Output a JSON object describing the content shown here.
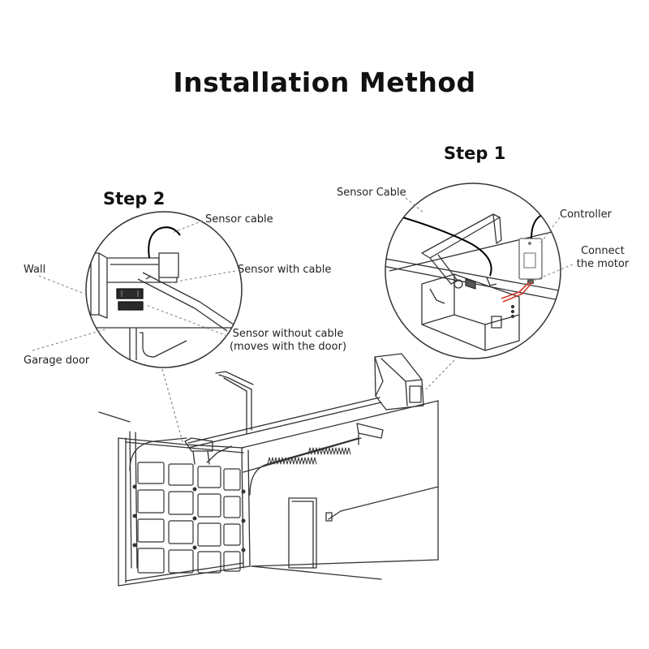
{
  "title": "Installation Method",
  "step1": {
    "heading": "Step 1",
    "labels": {
      "sensor_cable": "Sensor Cable",
      "controller": "Controller",
      "connect_motor_line1": "Connect",
      "connect_motor_line2": "the motor"
    }
  },
  "step2": {
    "heading": "Step 2",
    "labels": {
      "sensor_cable": "Sensor cable",
      "wall": "Wall",
      "sensor_with_cable": "Sensor with cable",
      "sensor_without_cable_line1": "Sensor without cable",
      "sensor_without_cable_line2": "(moves with the door)",
      "garage_door": "Garage door"
    }
  },
  "colors": {
    "line": "#333333",
    "leader": "#8a8a8a",
    "cable": "#000000",
    "wire_red": "#d23a2a"
  }
}
